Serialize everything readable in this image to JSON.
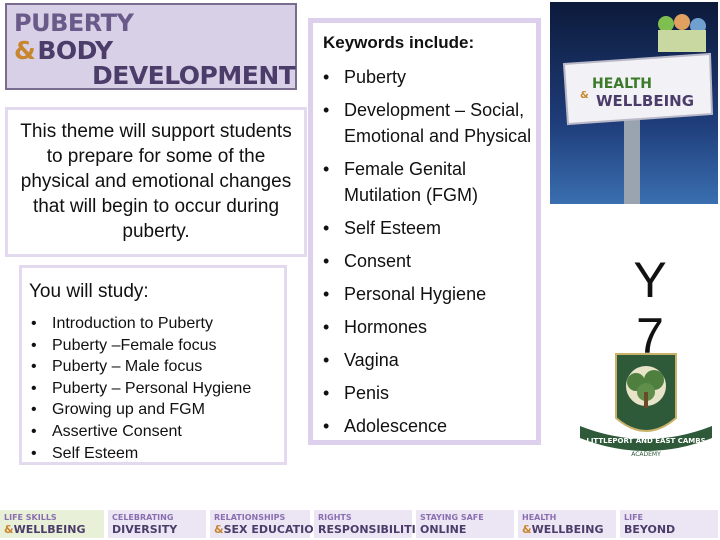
{
  "title": {
    "line1": "PUBERTY",
    "amp": "&",
    "line2": "BODY",
    "line3": "DEVELOPMENT"
  },
  "theme_text": "This theme will support students to prepare for some of the physical and emotional changes that will begin to occur during puberty.",
  "study": {
    "heading": "You will study:",
    "bullet": "•",
    "items": [
      "Introduction to Puberty",
      "Puberty –Female focus",
      "Puberty – Male focus",
      "Puberty – Personal Hygiene",
      "Growing up and FGM",
      "Assertive Consent",
      "Self Esteem"
    ]
  },
  "keywords": {
    "heading": "Keywords include:",
    "bullet": "•",
    "items": [
      "Puberty",
      "Development – Social, Emotional and Physical",
      "Female Genital Mutilation (FGM)",
      "Self Esteem",
      "Consent",
      "Personal Hygiene",
      "Hormones",
      "Vagina",
      "Penis",
      "Adolescence"
    ]
  },
  "billboard": {
    "line1": "HEALTH",
    "amp": "&",
    "line2": "WELLBEING"
  },
  "year": {
    "letter": "Y",
    "number": "7"
  },
  "crest": {
    "name": "LITTLEPORT AND EAST CAMBS",
    "sub": "ACADEMY"
  },
  "footer_logos": [
    {
      "l1": "LIFE SKILLS",
      "l2": "WELLBEING",
      "amp": "&"
    },
    {
      "l1": "CELEBRATING",
      "l2": "DIVERSITY",
      "amp": ""
    },
    {
      "l1": "RELATIONSHIPS",
      "l2": "SEX EDUCATION",
      "amp": "&"
    },
    {
      "l1": "RIGHTS",
      "l2": "RESPONSIBILITIES",
      "amp": ""
    },
    {
      "l1": "STAYING SAFE",
      "l2": "ONLINE",
      "amp": ""
    },
    {
      "l1": "HEALTH",
      "l2": "WELLBEING",
      "amp": "&"
    },
    {
      "l1": "LIFE",
      "l2": "BEYOND",
      "amp": ""
    }
  ],
  "colors": {
    "lavender": "#dcd0ec",
    "purple_dark": "#4b3c6a",
    "orange": "#c8862e"
  }
}
